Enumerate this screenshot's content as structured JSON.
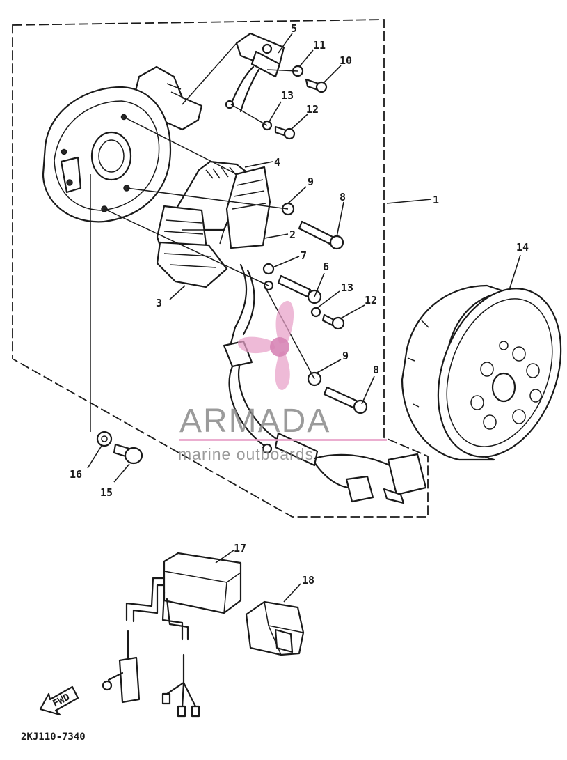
{
  "part_labels": [
    {
      "id": "p1",
      "text": "1"
    },
    {
      "id": "p2",
      "text": "2"
    },
    {
      "id": "p3",
      "text": "3"
    },
    {
      "id": "p4",
      "text": "4"
    },
    {
      "id": "p5",
      "text": "5"
    },
    {
      "id": "p6",
      "text": "6"
    },
    {
      "id": "p7",
      "text": "7"
    },
    {
      "id": "p8a",
      "text": "8"
    },
    {
      "id": "p8b",
      "text": "8"
    },
    {
      "id": "p9a",
      "text": "9"
    },
    {
      "id": "p9b",
      "text": "9"
    },
    {
      "id": "p10",
      "text": "10"
    },
    {
      "id": "p11",
      "text": "11"
    },
    {
      "id": "p12a",
      "text": "12"
    },
    {
      "id": "p12b",
      "text": "12"
    },
    {
      "id": "p13a",
      "text": "13"
    },
    {
      "id": "p13b",
      "text": "13"
    },
    {
      "id": "p14",
      "text": "14"
    },
    {
      "id": "p15",
      "text": "15"
    },
    {
      "id": "p16",
      "text": "16"
    },
    {
      "id": "p17",
      "text": "17"
    },
    {
      "id": "p18",
      "text": "18"
    }
  ],
  "fwd_label": "FWD",
  "drawing_code": "2KJ110-7340",
  "watermark": {
    "title": "ARMADA",
    "subtitle": "marine outboards",
    "accent_color": "#e8a0c8",
    "text_color": "#8a8a8a"
  },
  "line_color": "#1a1a1a"
}
